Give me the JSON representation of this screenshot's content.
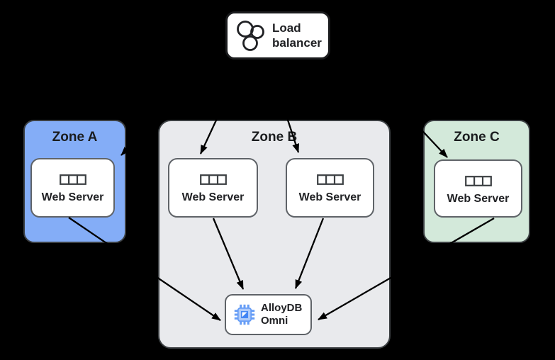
{
  "canvas": {
    "background": "#000000"
  },
  "diagram": {
    "load_balancer": {
      "line1": "Load",
      "line2": "balancer"
    },
    "zones": [
      {
        "id": "zone-a",
        "label": "Zone A",
        "fill": "#84ADF7",
        "servers": [
          "Web Server"
        ]
      },
      {
        "id": "zone-b",
        "label": "Zone B",
        "fill": "#E9EAED",
        "servers": [
          "Web Server",
          "Web Server"
        ]
      },
      {
        "id": "zone-c",
        "label": "Zone C",
        "fill": "#D3E9DA",
        "servers": [
          "Web Server"
        ]
      }
    ],
    "database": {
      "line1": "AlloyDB",
      "line2": "Omni"
    },
    "edges": [
      {
        "from": "load-balancer",
        "to": "web-server-zone-a"
      },
      {
        "from": "load-balancer",
        "to": "web-server-zone-b-1"
      },
      {
        "from": "load-balancer",
        "to": "web-server-zone-b-2"
      },
      {
        "from": "load-balancer",
        "to": "web-server-zone-c"
      },
      {
        "from": "web-server-zone-a",
        "to": "alloydb-omni"
      },
      {
        "from": "web-server-zone-b-1",
        "to": "alloydb-omni"
      },
      {
        "from": "web-server-zone-b-2",
        "to": "alloydb-omni"
      },
      {
        "from": "web-server-zone-c",
        "to": "alloydb-omni"
      }
    ],
    "icons": {
      "load_balancer": "three-circles-load-balancer-icon",
      "web_server": "server-rack-icon",
      "database": "alloydb-chip-icon"
    },
    "colors": {
      "arrow": "#000000",
      "zone_border": "#3C4043",
      "box_border": "#5F6368",
      "load_balancer_border": "#1B1C1E",
      "text": "#202124",
      "chip_blue": "#4285F4",
      "chip_light_blue": "#669DF6"
    }
  }
}
